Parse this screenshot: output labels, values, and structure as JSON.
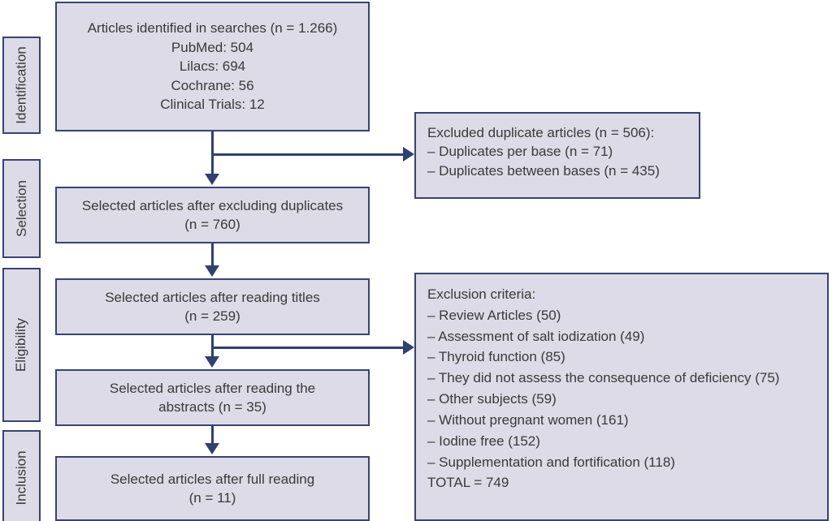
{
  "stages": [
    {
      "label": "Identification"
    },
    {
      "label": "Selection"
    },
    {
      "label": "Eligibility"
    },
    {
      "label": "Inclusion"
    }
  ],
  "flow": {
    "identified": {
      "line1": "Articles identified in searches (n = 1.266)",
      "line2": "PubMed: 504",
      "line3": "Lilacs: 694",
      "line4": "Cochrane: 56",
      "line5": "Clinical Trials: 12"
    },
    "after_duplicates": {
      "line1": "Selected articles after excluding duplicates",
      "line2": "(n = 760)"
    },
    "after_titles": {
      "line1": "Selected articles after reading titles",
      "line2": "(n = 259)"
    },
    "after_abstracts": {
      "line1": "Selected articles after reading the",
      "line2": "abstracts (n = 35)"
    },
    "after_full_reading": {
      "line1": "Selected articles after full reading",
      "line2": "(n = 11)"
    }
  },
  "excluded_duplicates": {
    "line1": "Excluded duplicate articles (n = 506):",
    "line2": "– Duplicates per base (n = 71)",
    "line3": "– Duplicates between bases (n = 435)"
  },
  "exclusion_criteria": {
    "line1": "Exclusion criteria:",
    "line2": "– Review Articles (50)",
    "line3": "– Assessment of salt iodization (49)",
    "line4": "– Thyroid function (85)",
    "line5": "– They did not assess the consequence of deficiency (75)",
    "line6": "– Other subjects (59)",
    "line7": "– Without pregnant women (161)",
    "line8": "– Iodine free (152)",
    "line9": "– Supplementation and fortification (118)",
    "line10": "TOTAL = 749"
  },
  "colors": {
    "box_fill": "#dcdbe7",
    "box_border": "#3a4372",
    "connector": "#31406e",
    "text": "#3a3a3a"
  }
}
